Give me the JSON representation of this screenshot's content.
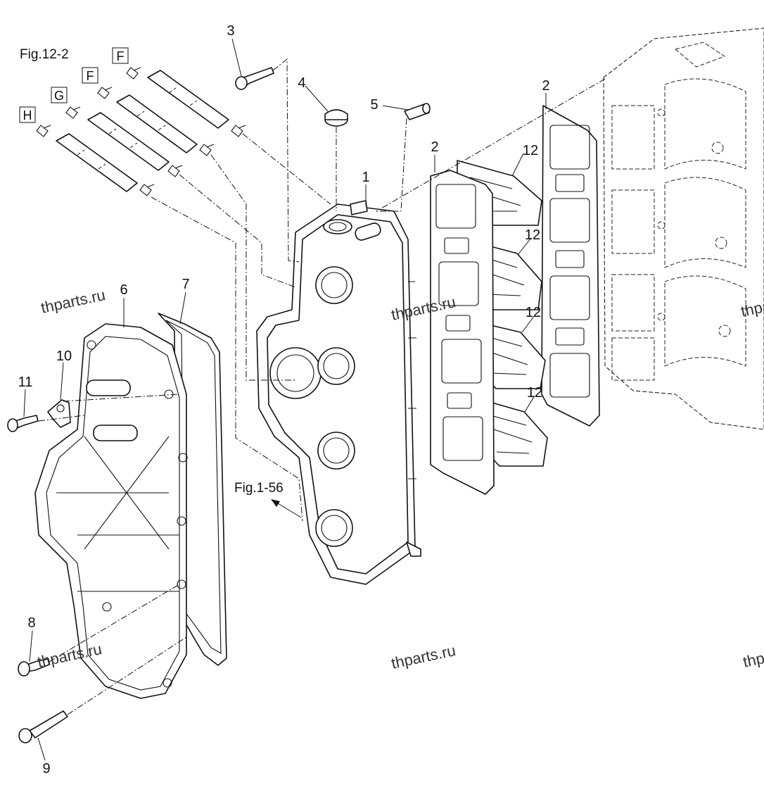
{
  "figure": {
    "ref_main": "Fig.12-2",
    "ref_arrow": "Fig.1-56",
    "hose_letters": [
      "F",
      "F",
      "G",
      "H"
    ],
    "callouts": {
      "c1": "1",
      "c2a": "2",
      "c2b": "2",
      "c3": "3",
      "c4": "4",
      "c5": "5",
      "c6": "6",
      "c7": "7",
      "c8": "8",
      "c9": "9",
      "c10": "10",
      "c11": "11",
      "c12a": "12",
      "c12b": "12",
      "c12c": "12",
      "c12d": "12"
    }
  },
  "watermark": "thparts.ru"
}
